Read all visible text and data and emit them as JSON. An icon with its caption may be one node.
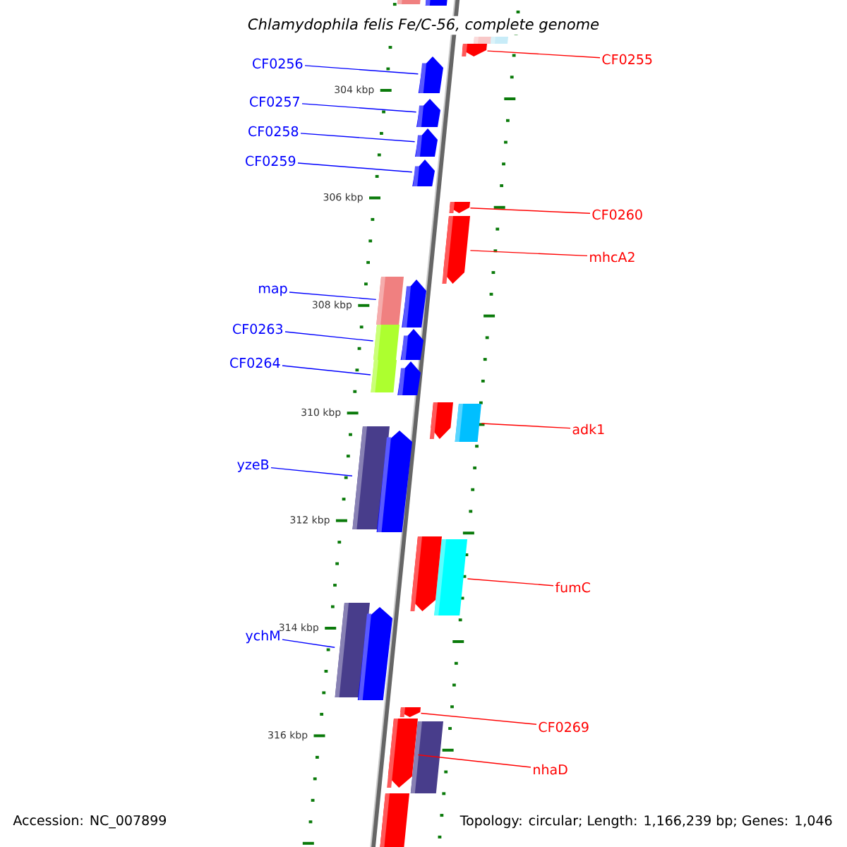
{
  "diagram": {
    "title": "Chlamydophila felis Fe/C-56, complete genome",
    "nodes": [
      {
        "text": [
          "CF0255"
        ]
      },
      {
        "text": [],
        "shape": "arrow"
      },
      {
        "text": [
          "CF0256"
        ]
      },
      {
        "text": [],
        "shape": "arrow"
      },
      {
        "text": [
          "CF0257"
        ]
      },
      {
        "text": [],
        "shape": "arrow"
      },
      {
        "text": [
          "CF0258"
        ]
      },
      {
        "text": [],
        "shape": "arrow"
      },
      {
        "text": [
          "CF0259"
        ]
      },
      {
        "text": [],
        "shape": "arrow"
      },
      {
        "text": [
          "CF0260"
        ]
      },
      {
        "text": [],
        "shape": "arrow"
      },
      {
        "text": [
          "mhcA2"
        ]
      },
      {
        "text": [],
        "shape": "arrow"
      },
      {
        "text": [
          "map"
        ]
      },
      {
        "text": [],
        "shape": "box"
      },
      {
        "text": [
          "CF0263"
        ]
      },
      {
        "text": [],
        "shape": "box"
      },
      {
        "text": [
          "CF0264"
        ]
      },
      {
        "text": [],
        "shape": "box"
      },
      {
        "text": [
          "adk1"
        ]
      },
      {
        "text": [],
        "shape": "box"
      },
      {
        "text": [
          "yzeB"
        ]
      },
      {
        "text": [],
        "shape": "bar"
      },
      {
        "text": [
          "fumC"
        ]
      },
      {
        "text": [],
        "shape": "box"
      },
      {
        "text": [
          "ychM"
        ]
      },
      {
        "text": [],
        "shape": "bar"
      },
      {
        "text": [
          "CF0269"
        ]
      },
      {
        "text": [],
        "shape": "arrow"
      },
      {
        "text": [
          "nhaD"
        ]
      },
      {
        "text": [],
        "shape": "arrow"
      },
      {
        "text": [],
        "shape": "box"
      },
      {
        "text": [],
        "shape": "box"
      },
      {
        "text": [],
        "shape": "box"
      },
      {
        "text": [],
        "shape": "box"
      },
      {
        "text": [],
        "shape": "arrow"
      },
      {
        "text": [],
        "shape": "arrow"
      },
      {
        "text": [],
        "shape": "arrow"
      },
      {
        "text": [],
        "shape": "arrow"
      },
      {
        "text": [],
        "shape": "arrow"
      },
      {
        "text": [],
        "shape": "arrow"
      },
      {
        "text": [],
        "shape": "arrow"
      },
      {
        "text": [],
        "shape": "bar"
      },
      {
        "text": [],
        "shape": "box"
      }
    ],
    "edges": [
      {
        "from": 0,
        "to": 1,
        "arrow": "none",
        "color": "#ff0000"
      },
      {
        "from": 2,
        "to": 3,
        "arrow": "none"
      },
      {
        "from": 4,
        "to": 5,
        "arrow": "none"
      },
      {
        "from": 6,
        "to": 7,
        "arrow": "none"
      },
      {
        "from": 8,
        "to": 9,
        "arrow": "none"
      },
      {
        "from": 10,
        "to": 11,
        "arrow": "none",
        "color": "#ff0000"
      },
      {
        "from": 12,
        "to": 13,
        "arrow": "none",
        "color": "#ff0000"
      },
      {
        "from": 14,
        "to": 15,
        "arrow": "none"
      },
      {
        "from": 16,
        "to": 17,
        "arrow": "none"
      },
      {
        "from": 18,
        "to": 19,
        "arrow": "none"
      },
      {
        "from": 20,
        "to": 21,
        "arrow": "none",
        "color": "#ff0000"
      },
      {
        "from": 22,
        "to": 23,
        "arrow": "none"
      },
      {
        "from": 24,
        "to": 25,
        "arrow": "none",
        "color": "#ff0000"
      },
      {
        "from": 26,
        "to": 27,
        "arrow": "none"
      },
      {
        "from": 28,
        "to": 29,
        "arrow": "none",
        "color": "#ff0000"
      },
      {
        "from": 30,
        "to": 31,
        "arrow": "none",
        "color": "#ff0000"
      }
    ],
    "labels": [
      "304 kbp",
      "306 kbp",
      "308 kbp",
      "310 kbp",
      "312 kbp",
      "314 kbp",
      "316 kbp",
      "Accession: NC_007899",
      "Topology: circular; Length: 1,166,239 bp; Genes: 1,046"
    ]
  }
}
